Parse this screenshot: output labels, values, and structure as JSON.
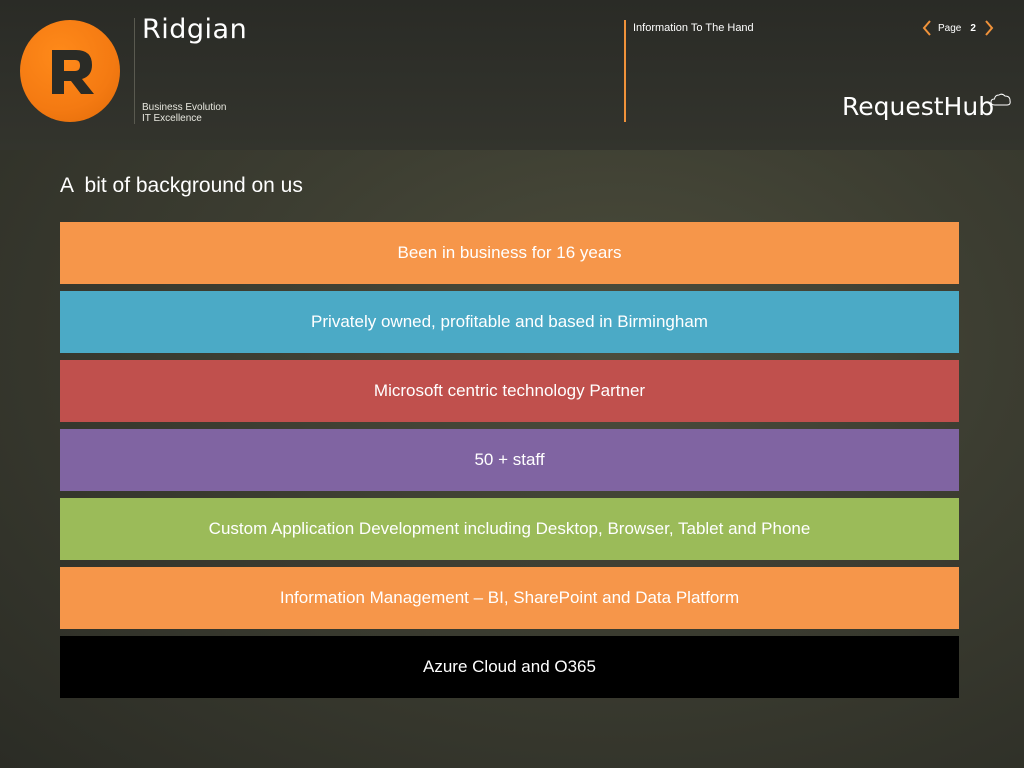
{
  "header": {
    "brand_name": "Ridgian",
    "tagline_line1": "Business Evolution",
    "tagline_line2": "IT Excellence",
    "info_text": "Information To The Hand",
    "page_label": "Page",
    "page_number": "2",
    "product_name": "RequestHub",
    "logo_icon": "r-logo-icon",
    "product_icon": "cloud-icon"
  },
  "slide": {
    "title": "A  bit of background on us",
    "items": [
      {
        "label": "Been in business for 16 years",
        "color": "#f6964a"
      },
      {
        "label": "Privately owned, profitable and based in Birmingham",
        "color": "#4baac6"
      },
      {
        "label": "Microsoft centric technology Partner",
        "color": "#c0504d"
      },
      {
        "label": "50 + staff",
        "color": "#8064a2"
      },
      {
        "label": "Custom Application Development including Desktop, Browser, Tablet and Phone",
        "color": "#9bbb59"
      },
      {
        "label": "Information Management – BI, SharePoint and Data Platform",
        "color": "#f6964a"
      },
      {
        "label": "Azure Cloud and O365",
        "color": "#000000"
      }
    ]
  },
  "colors": {
    "accent_orange": "#f47a12",
    "divider_orange": "#f0923a"
  }
}
